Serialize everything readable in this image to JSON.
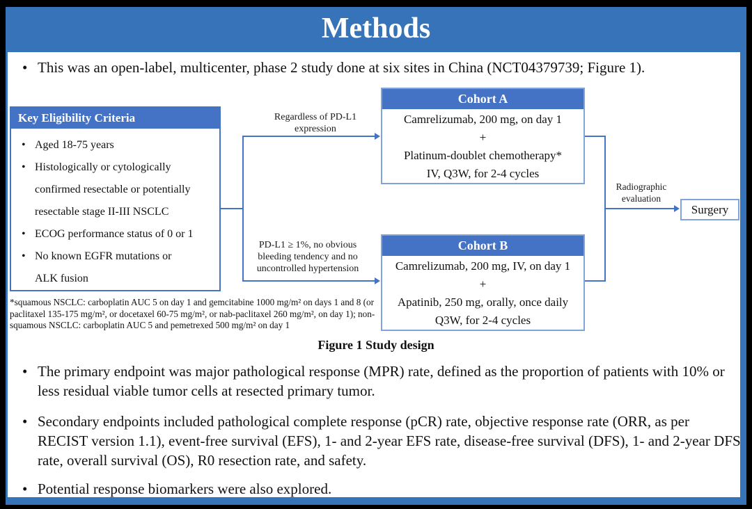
{
  "title": "Methods",
  "colors": {
    "title_bar": "#3673B9",
    "header_bar": "#4472C4",
    "line": "#4472C4",
    "box_border": "#4472C4",
    "light_border": "#7FA3DB",
    "text": "#111111"
  },
  "intro": "This was an open-label, multicenter, phase 2 study done at six sites in China (NCT04379739; Figure 1).",
  "figure": {
    "caption": "Figure 1 Study design",
    "eligibility": {
      "header": "Key Eligibility Criteria",
      "items": [
        [
          "Aged 18-75 years"
        ],
        [
          "Histologically or cytologically",
          "confirmed resectable or potentially",
          "resectable stage II-III NSCLC"
        ],
        [
          "ECOG performance status of 0 or 1"
        ],
        [
          "No known EGFR mutations or",
          "ALK fusion"
        ]
      ]
    },
    "footnote": "*squamous NSCLC: carboplatin AUC 5 on day 1 and gemcitabine 1000 mg/m² on days 1 and 8 (or paclitaxel 135-175 mg/m², or docetaxel 60-75 mg/m², or nab-paclitaxel 260 mg/m², on day 1); non-squamous NSCLC: carboplatin AUC 5 and pemetrexed 500 mg/m² on day 1",
    "branch_a_label_lines": [
      "Regardless of PD-L1",
      "expression"
    ],
    "branch_b_label_lines": [
      "PD-L1 ≥ 1%, no obvious",
      "bleeding tendency and no",
      "uncontrolled hypertension"
    ],
    "cohort_a": {
      "header": "Cohort A",
      "lines": [
        "Camrelizumab, 200 mg, on day 1",
        "+",
        "Platinum-doublet chemotherapy*",
        "IV, Q3W, for 2-4 cycles"
      ]
    },
    "cohort_b": {
      "header": "Cohort B",
      "lines": [
        "Camrelizumab, 200 mg, IV, on day 1",
        "+",
        "Apatinib, 250 mg, orally, once daily",
        "Q3W, for 2-4 cycles"
      ]
    },
    "evaluation_label_lines": [
      "Radiographic",
      "evaluation"
    ],
    "surgery_label": "Surgery"
  },
  "bullets": [
    "The primary endpoint was major pathological response (MPR) rate, defined as the proportion of patients with 10% or less residual viable tumor cells at resected primary tumor.",
    "Secondary endpoints included pathological complete response (pCR) rate, objective response rate (ORR, as per RECIST version 1.1), event-free survival (EFS), 1- and 2-year EFS rate, disease-free survival (DFS), 1- and 2-year DFS rate, overall survival (OS), R0 resection rate, and safety.",
    "Potential response biomarkers were also explored."
  ]
}
